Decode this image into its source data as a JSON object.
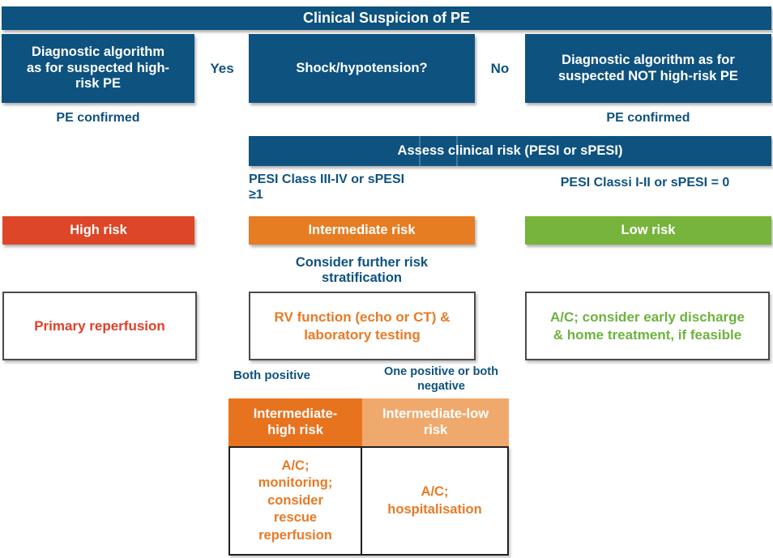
{
  "colors": {
    "dark_blue": "#0e527f",
    "red": "#dd4727",
    "orange": "#e67d22",
    "intermediate_high_orange": "#e8731f",
    "light_orange": "#f0a96d",
    "green": "#76b43b",
    "red_text": "#e23e25",
    "orange_text": "#e87a25",
    "green_text": "#6cb33e",
    "blue_text": "#0e527f",
    "white": "#ffffff"
  },
  "header": {
    "title": "Clinical Suspicion of PE"
  },
  "decision": {
    "left_box": "Diagnostic algorithm\nas for suspected high-\nrisk PE",
    "yes": "Yes",
    "question": "Shock/hypotension?",
    "no": "No",
    "right_box": "Diagnostic algorithm as for\nsuspected NOT high-risk PE"
  },
  "confirmed": {
    "left": "PE confirmed",
    "right": "PE confirmed"
  },
  "assessment": {
    "bar": "Assess clinical risk (PESI or sPESI)",
    "left_criteria": "PESI Class III-IV or sPESI\n≥1",
    "right_criteria": "PESI Classi I-II or sPESI = 0"
  },
  "risk_bars": {
    "high": "High risk",
    "intermediate": "Intermediate risk",
    "low": "Low risk"
  },
  "left_column": {
    "action": "Primary reperfusion"
  },
  "middle_column": {
    "consider": "Consider further risk\nstratification",
    "rv_box": "RV function (echo or CT) &\nlaboratory testing",
    "both_positive": "Both positive",
    "one_positive": "One positive or both\nnegative",
    "int_high_label": "Intermediate-\nhigh risk",
    "int_low_label": "Intermediate-low\nrisk",
    "int_high_action": "A/C;\nmonitoring;\nconsider\nrescue\nreperfusion",
    "int_low_action": "A/C;\nhospitalisation"
  },
  "right_column": {
    "action": "A/C; consider early discharge\n& home treatment, if feasible"
  }
}
